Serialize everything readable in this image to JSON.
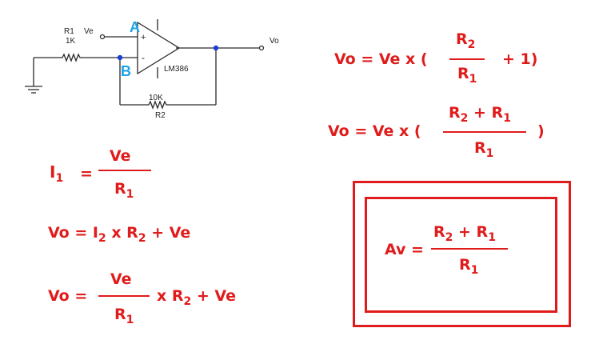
{
  "colors": {
    "equation": "#e01b1b",
    "label_blue": "#1aa3e8",
    "wire": "#2a2a2a",
    "node": "#1a3fd6"
  },
  "circuit": {
    "r1_label": "R1",
    "r1_value": "1K",
    "ve_label": "Ve",
    "node_a": "A",
    "node_b": "B",
    "plus": "+",
    "minus": "-",
    "opamp_label": "LM386",
    "vo_label": "Vo",
    "r2_value": "10K",
    "r2_label": "R2"
  },
  "eq_right1": {
    "lhs": "Vo = Ve x (",
    "num_main": "R",
    "num_sub": "2",
    "den_main": "R",
    "den_sub": "1",
    "tail": "+ 1)"
  },
  "eq_right2": {
    "lhs": "Vo = Ve x (",
    "num_main1": "R",
    "num_sub1": "2",
    "num_plus": "+ R",
    "num_sub2": "1",
    "den_main": "R",
    "den_sub": "1",
    "tail": ")"
  },
  "eq_i1": {
    "lhs_main": "I",
    "lhs_sub": "1",
    "eq": "=",
    "num": "Ve",
    "den_main": "R",
    "den_sub": "1"
  },
  "eq_vo1": {
    "part1": "Vo = I",
    "sub1": "2",
    "part2": "x R",
    "sub2": "2",
    "part3": "+ Ve"
  },
  "eq_vo2": {
    "lhs": "Vo =",
    "num": "Ve",
    "den_main": "R",
    "den_sub": "1",
    "tail1": "x R",
    "tail_sub": "2",
    "tail2": "+ Ve"
  },
  "eq_av": {
    "lhs": "Av =",
    "num_main1": "R",
    "num_sub1": "2",
    "num_plus": "+ R",
    "num_sub2": "1",
    "den_main": "R",
    "den_sub": "1"
  }
}
